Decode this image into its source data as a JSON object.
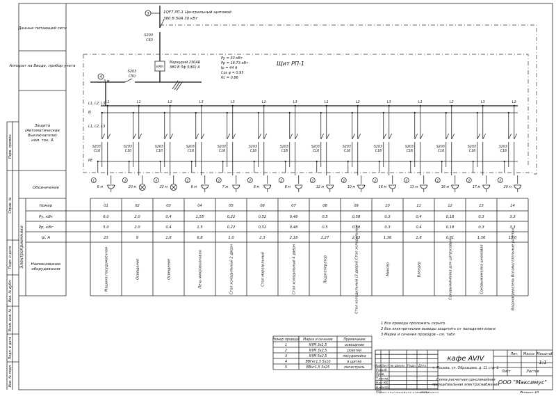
{
  "feeder": {
    "num": "3",
    "line1": "1QF7 РП-1 Центральный щитовой",
    "line2": "380 В 50А 30 кВт",
    "switch_top": "S203",
    "switch_bot": "C63"
  },
  "meter": {
    "label": "kWh",
    "line1": "Меркурий 230АR",
    "line2": "380 В 3ф 5(60) А"
  },
  "calc": {
    "lines": [
      "Ру = 30 кВт",
      "Рр = 16.73 кВт",
      "Iр = 44 А",
      "Cos φ = 0.95",
      "Кс = 0.86"
    ]
  },
  "panel_title": "Щит РП-1",
  "input_breaker": {
    "top": "S203",
    "bot": "C50"
  },
  "input_cable": {
    "num": "4",
    "len": "3 м"
  },
  "bus_labels": {
    "main": "L1, L2, L3",
    "n": "N",
    "pe": "PE",
    "alt": "L1, L2, L3"
  },
  "side_labels": {
    "supply": "Данные питающей сети",
    "input": "Аппарат на Вводе, прибор учета",
    "protection": "Защита (Автоматические Выключатели) ном. ток, А",
    "designation": "Обозначение",
    "number": "Номер",
    "pu": "Ру, кВт",
    "pr": "Рр, кВт",
    "ip": "Iр, А",
    "name": "Наименование оборудования",
    "electro": "Электроприемники"
  },
  "left_margin": [
    "Перв. примен.",
    "Справ. №",
    "Подп. и дата",
    "Инв. № дубл.",
    "Взам. инв. №",
    "Подп. и дата",
    "Инв. № подл."
  ],
  "circuits": [
    {
      "phase": "L1",
      "br_top": "S203",
      "br_bot": "C16",
      "cable": "1",
      "len": "6 м",
      "num": "01",
      "pu": "6,0",
      "pr": "5,0",
      "ip": "23",
      "name": "Машина посудомоечная",
      "icon": "socket"
    },
    {
      "phase": "L1",
      "br_top": "S203",
      "br_bot": "C10",
      "cable": "3",
      "len": "20 м",
      "num": "02",
      "pu": "2,0",
      "pr": "2,0",
      "ip": "9",
      "name": "Освещение",
      "icon": "lamp"
    },
    {
      "phase": "L2",
      "br_top": "S203",
      "br_bot": "C10",
      "cable": "3",
      "len": "22 м",
      "num": "03",
      "pu": "0,4",
      "pr": "0,4",
      "ip": "1,8",
      "name": "Освещение",
      "icon": "lamp"
    },
    {
      "phase": "L3",
      "br_top": "S203",
      "br_bot": "C16",
      "cable": "2",
      "len": "6 м",
      "num": "04",
      "pu": "1,55",
      "pr": "1,5",
      "ip": "6,8",
      "name": "Печь микроволновая",
      "icon": "socket"
    },
    {
      "phase": "L3",
      "br_top": "S203",
      "br_bot": "C16",
      "cable": "2",
      "len": "7 м",
      "num": "05",
      "pu": "0,22",
      "pr": "0,22",
      "ip": "1,0",
      "name": "Стол холодильный 2 дверн",
      "icon": "socket"
    },
    {
      "phase": "L2",
      "br_top": "S203",
      "br_bot": "C16",
      "cable": "2",
      "len": "9 м",
      "num": "06",
      "pu": "0,52",
      "pr": "0,52",
      "ip": "2,3",
      "name": "Стол морозильный",
      "icon": "socket"
    },
    {
      "phase": "L3",
      "br_top": "S203",
      "br_bot": "C16",
      "cable": "2",
      "len": "8 м",
      "num": "07",
      "pu": "0,48",
      "pr": "0,48",
      "ip": "2,18",
      "name": "Стол холодильный 4 дверн",
      "icon": "socket"
    },
    {
      "phase": "L1",
      "br_top": "S203",
      "br_bot": "C16",
      "cable": "2",
      "len": "12 м",
      "num": "08",
      "pu": "0,5",
      "pr": "0,5",
      "ip": "2,27",
      "name": "Льдогенератор",
      "icon": "socket"
    },
    {
      "phase": "L2",
      "br_top": "S203",
      "br_bot": "C16",
      "cable": "2",
      "len": "10 м",
      "num": "09",
      "pu": "0,58",
      "pr": "0,58",
      "ip": "2,63",
      "name": "Стол холодильный (3 двери) Стол холодильный",
      "icon": "socket"
    },
    {
      "phase": "L3",
      "br_top": "S203",
      "br_bot": "C16",
      "cable": "2",
      "len": "16 м",
      "num": "10",
      "pu": "0,3",
      "pr": "0,3",
      "ip": "1,36",
      "name": "Миксер",
      "icon": "socket"
    },
    {
      "phase": "L1",
      "br_top": "S203",
      "br_bot": "C16",
      "cable": "2",
      "len": "13 м",
      "num": "11",
      "pu": "0,4",
      "pr": "0,4",
      "ip": "1,8",
      "name": "Блендер",
      "icon": "socket"
    },
    {
      "phase": "L2",
      "br_top": "S203",
      "br_bot": "C16",
      "cable": "2",
      "len": "16 м",
      "num": "12",
      "pu": "0,18",
      "pr": "0,18",
      "ip": "0,81",
      "name": "Соковыжималка для цитрусовых",
      "icon": "socket"
    },
    {
      "phase": "L3",
      "br_top": "S203",
      "br_bot": "C16",
      "cable": "2",
      "len": "17 м",
      "num": "13",
      "pu": "0,3",
      "pr": "0,3",
      "ip": "1,36",
      "name": "Соковыжималка шнековая",
      "icon": "socket"
    },
    {
      "phase": "L2",
      "br_top": "S203",
      "br_bot": "C16",
      "cable": "2",
      "len": "20 м",
      "num": "14",
      "pu": "3,3",
      "pr": "3,3",
      "ip": "15,0",
      "name": "Водонагреватель Вспомогательные розетки",
      "icon": "socket"
    }
  ],
  "notes": [
    "1   Все провода проложить скрыто",
    "2   Все электрические выводы защитить от попадания влаги.",
    "3   Марки и сечения проводов - см. табл"
  ],
  "cable_table": {
    "headers": [
      "Номер провода",
      "Марка и сечение",
      "Примечание"
    ],
    "rows": [
      [
        "1",
        "NYM 3х1,5",
        "освещение"
      ],
      [
        "2",
        "NYM 3х2,5",
        "розетки"
      ],
      [
        "3",
        "NYM 5х2,5",
        "посудомойка"
      ],
      [
        "4",
        "ВВГнг1,5 5х10",
        "в щитке"
      ],
      [
        "5",
        "ВВнг1,5 5х25",
        "магистраль"
      ]
    ]
  },
  "stamp": {
    "cafe": "кафе AVIV",
    "address": "г. Москва, ул. Образцова, д. 11 стр. 1",
    "headers": [
      "Изм.",
      "Лист",
      "№ докум.",
      "Подп.",
      "Дата"
    ],
    "roles": [
      "Разраб.",
      "Пров.",
      "Т.контр.",
      "Нач. КБ",
      "Н.контр.",
      "Утв."
    ],
    "lit_h": "Лит.",
    "mass_h": "Масса",
    "scale_h": "Масштаб",
    "scale": "1:1",
    "sheet_h": "Лист",
    "sheets_h": "Листов",
    "desc1": "Схема расчетная однолинейная",
    "desc2": "принципиальная электроснабжения",
    "company": "ООО \"Максимус\"",
    "bottom": "схема однолинейная кафе AVIV",
    "copied": "Копировал",
    "format": "Формат А3"
  }
}
